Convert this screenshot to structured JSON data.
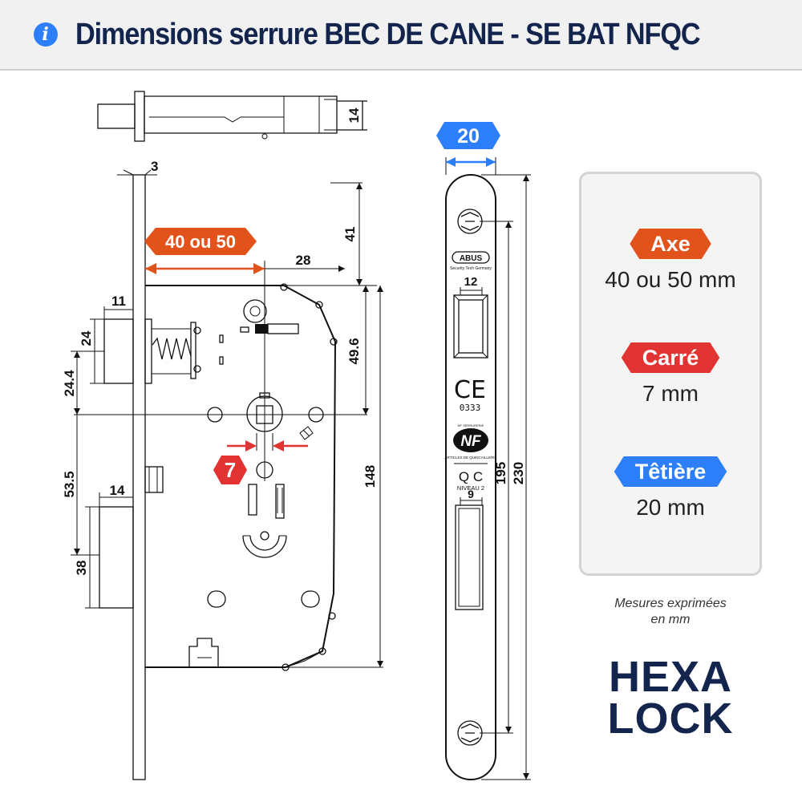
{
  "header": {
    "title": "Dimensions serrure BEC DE CANE - SE BAT NFQC",
    "icon": "info-icon"
  },
  "dimensions": {
    "head_thickness": "14",
    "faceplate_thickness": "3",
    "height_above": "41",
    "backset_badge": "40 ou 50",
    "backset_right": "28",
    "latch_height": "49.6",
    "latch_depth": "11",
    "latch_height_left": "24",
    "latch_offset": "24.4",
    "square_badge": "7",
    "case_height": "148",
    "deadbolt_offset": "53.5",
    "deadbolt_depth": "14",
    "deadbolt_height": "38",
    "faceplate_width_badge": "20",
    "latch_opening_width": "12",
    "bolt_opening_width": "9",
    "faceplate_inner_length": "195",
    "faceplate_length": "230"
  },
  "faceplate_marks": {
    "brand": "ABUS",
    "brand_sub": "Security Tech Germany",
    "ce": "CE",
    "ce_number": "0333",
    "nf": "NF",
    "nf_top": "NF SERRURERIE",
    "nf_bottom": "ARTICLES DE QUINCAILLERIE",
    "qc": "Q C",
    "level": "NIVEAU 2"
  },
  "specs": {
    "axe_label": "Axe",
    "axe_value": "40 ou 50 mm",
    "carre_label": "Carré",
    "carre_value": "7 mm",
    "tetiere_label": "Têtière",
    "tetiere_value": "20 mm"
  },
  "footnote": "Mesures exprimées\nen mm",
  "logo": {
    "line1": "HEXA",
    "line2": "LOCK",
    "icon": "keyhole-icon"
  },
  "colors": {
    "orange": "#e2531c",
    "red": "#e23333",
    "blue": "#2d7ff9",
    "navy": "#13254d"
  }
}
